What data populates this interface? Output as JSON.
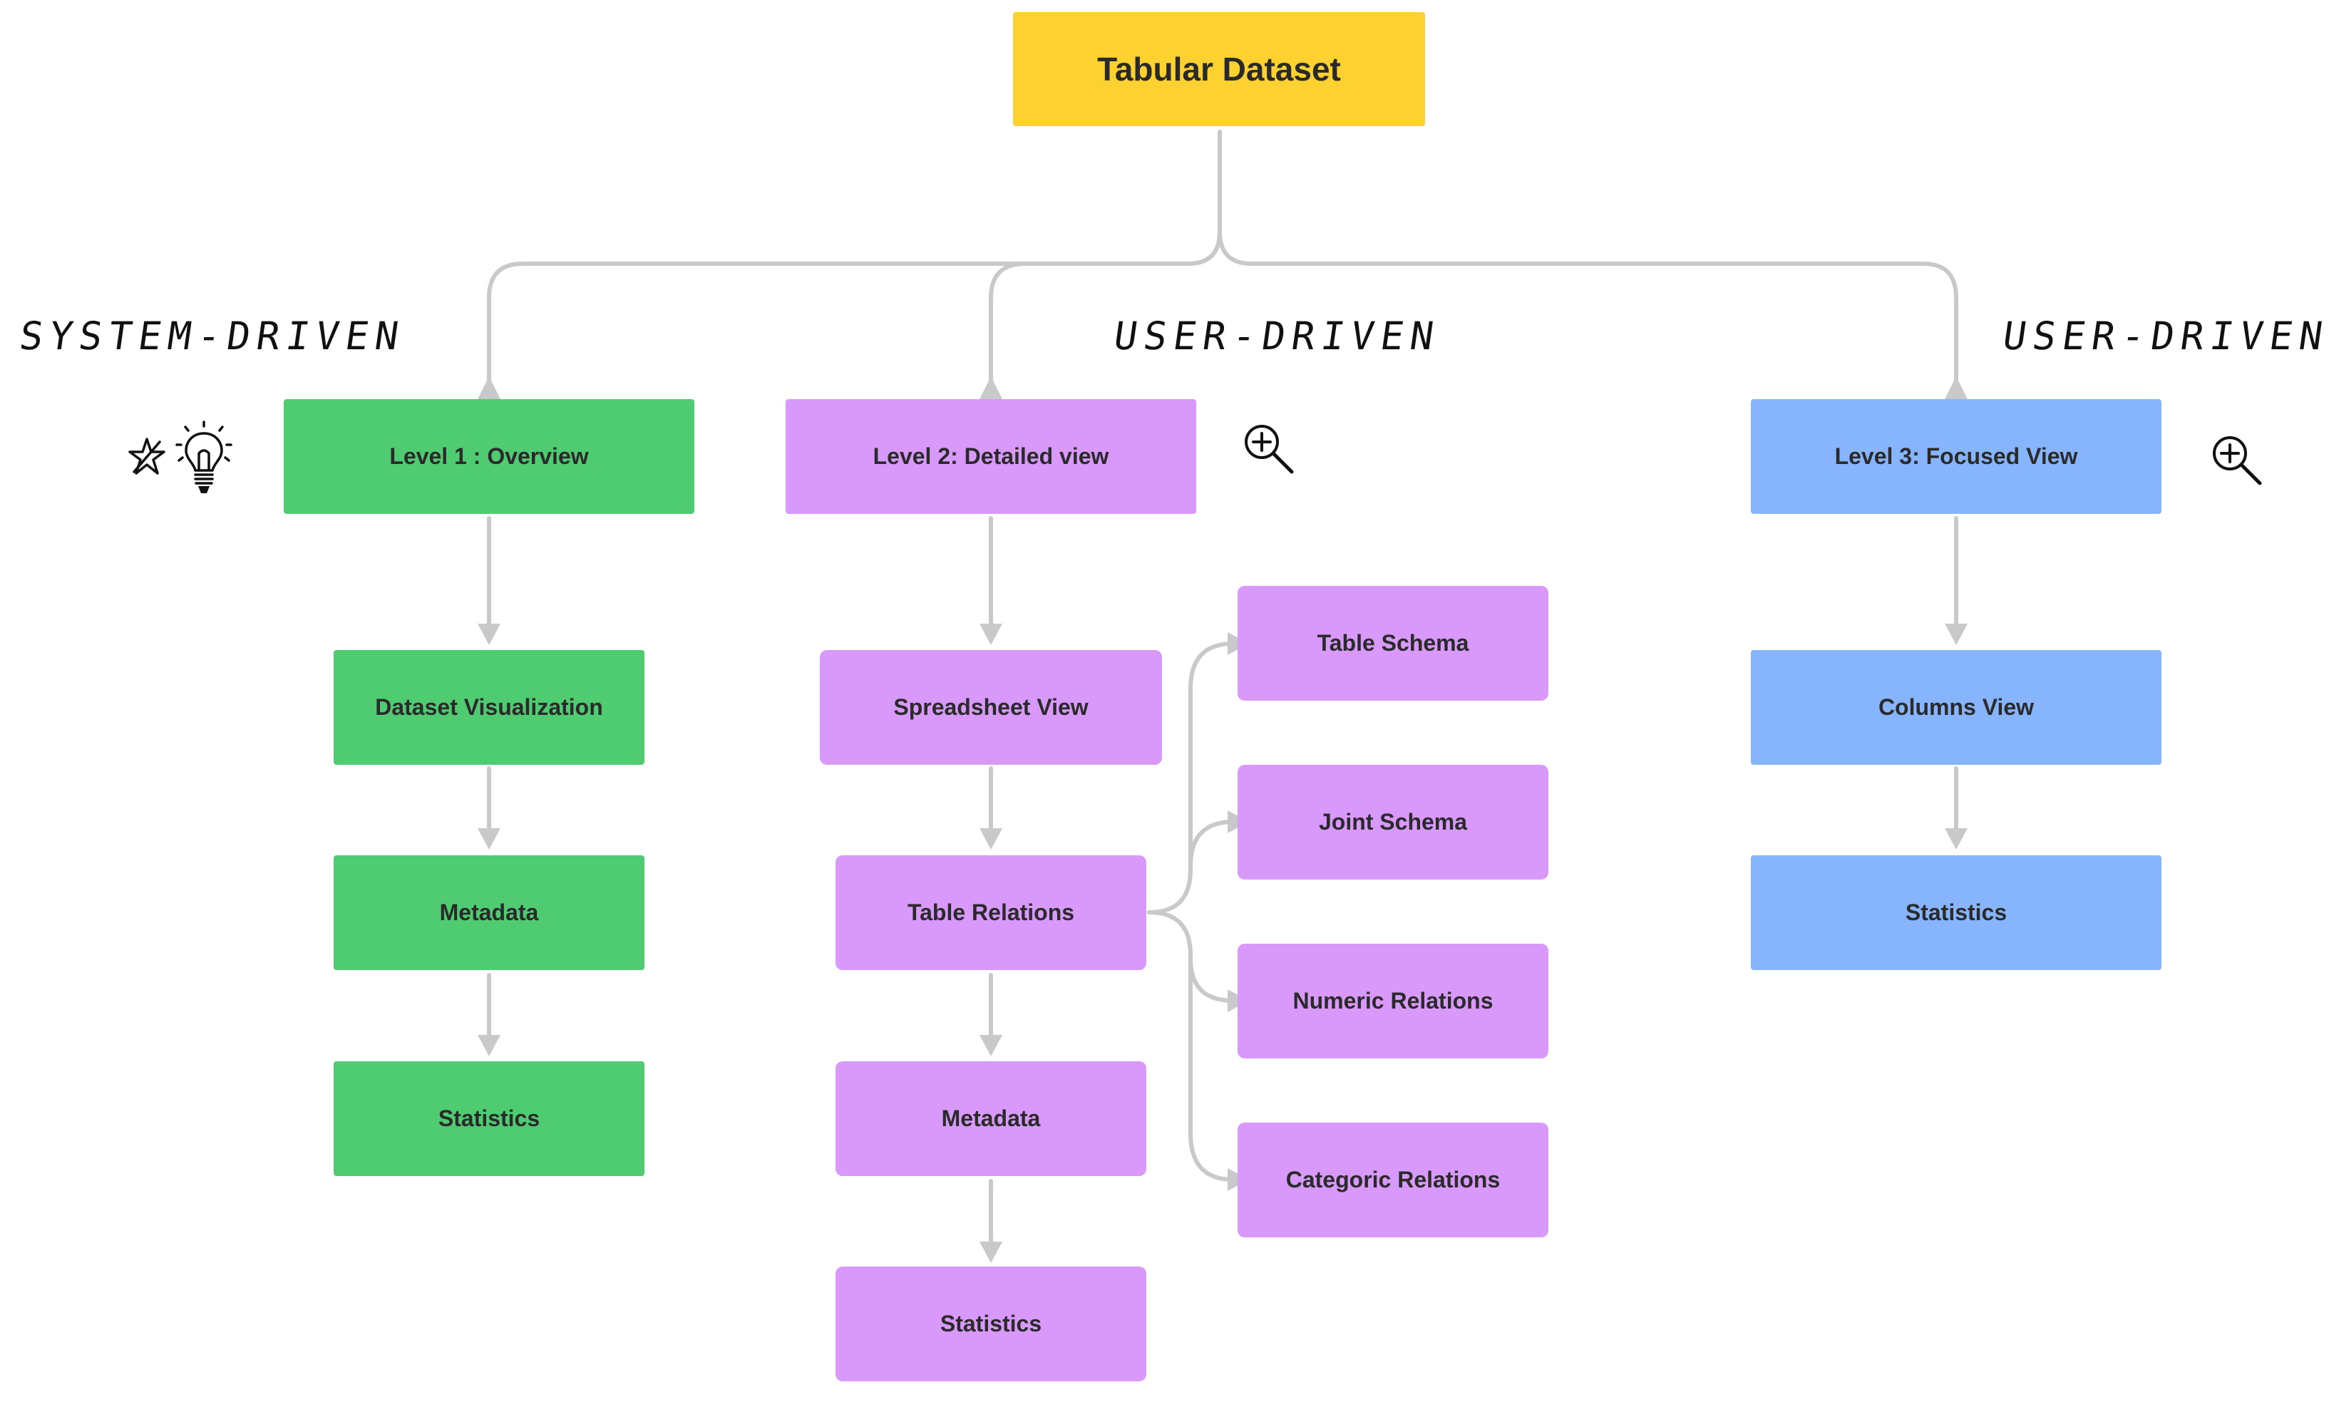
{
  "root": {
    "label": "Tabular Dataset"
  },
  "annotations": {
    "left": "SYSTEM-DRIVEN",
    "middle": "USER-DRIVEN",
    "right": "USER-DRIVEN"
  },
  "level1": {
    "label": "Level 1 : Overview",
    "children": [
      "Dataset Visualization",
      "Metadata",
      "Statistics"
    ]
  },
  "level2": {
    "label": "Level 2: Detailed view",
    "children": [
      "Spreadsheet View",
      "Table Relations",
      "Metadata",
      "Statistics"
    ],
    "relations": [
      "Table Schema",
      "Joint Schema",
      "Numeric Relations",
      "Categoric Relations"
    ]
  },
  "level3": {
    "label": "Level 3: Focused View",
    "children": [
      "Columns View",
      "Statistics"
    ]
  },
  "icons": {
    "level1": [
      "star-icon",
      "lightbulb-icon"
    ],
    "level2": "zoom-in-icon",
    "level3": "zoom-in-icon"
  },
  "colors": {
    "root": "#fdd230",
    "level1": "#4fcb71",
    "level2": "#d899fb",
    "level3": "#86b5fd",
    "connector": "#c9c9c9"
  }
}
